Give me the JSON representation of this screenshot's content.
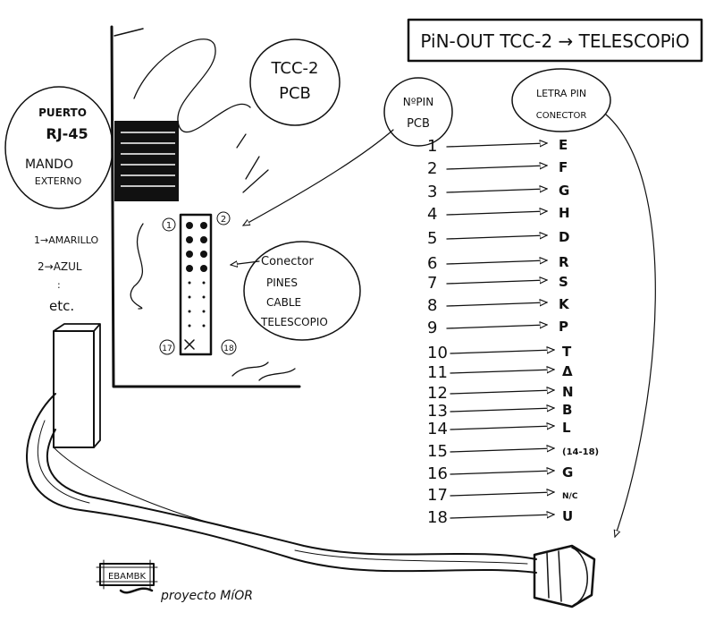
{
  "title": "PiN-OUT TCC-2 → TELESCOPiO",
  "pcb_label": [
    "TCC-2",
    "PCB"
  ],
  "rj45_label": [
    "PUERTO",
    "RJ-45",
    "MANDO",
    "EXTERNO"
  ],
  "wire_colors": [
    "1→AMARILLO",
    "2→AZUL",
    ":",
    "etc."
  ],
  "connector_label": [
    "Conector",
    "PINES",
    "CABLE",
    "TELESCOPIO"
  ],
  "connector_pin_labels": {
    "p1": "1",
    "p2": "2",
    "p17": "17",
    "p18": "18"
  },
  "pin_header": [
    "NºPIN",
    "PCB"
  ],
  "letter_header": [
    "LETRA PIN",
    "CONECTOR"
  ],
  "pins": [
    {
      "pin": "1",
      "letter": "E"
    },
    {
      "pin": "2",
      "letter": "F"
    },
    {
      "pin": "3",
      "letter": "G"
    },
    {
      "pin": "4",
      "letter": "H"
    },
    {
      "pin": "5",
      "letter": "D"
    },
    {
      "pin": "6",
      "letter": "R"
    },
    {
      "pin": "7",
      "letter": "S"
    },
    {
      "pin": "8",
      "letter": "K"
    },
    {
      "pin": "9",
      "letter": "P"
    },
    {
      "pin": "10",
      "letter": "T"
    },
    {
      "pin": "11",
      "letter": "Δ"
    },
    {
      "pin": "12",
      "letter": "N"
    },
    {
      "pin": "13",
      "letter": "B"
    },
    {
      "pin": "14",
      "letter": "L"
    },
    {
      "pin": "15",
      "letter": "(14-18)"
    },
    {
      "pin": "16",
      "letter": "G"
    },
    {
      "pin": "17",
      "letter": "N/C"
    },
    {
      "pin": "18",
      "letter": "U"
    }
  ],
  "signature": {
    "stamp": "EBAMBK",
    "text": "proyecto MíOR"
  }
}
